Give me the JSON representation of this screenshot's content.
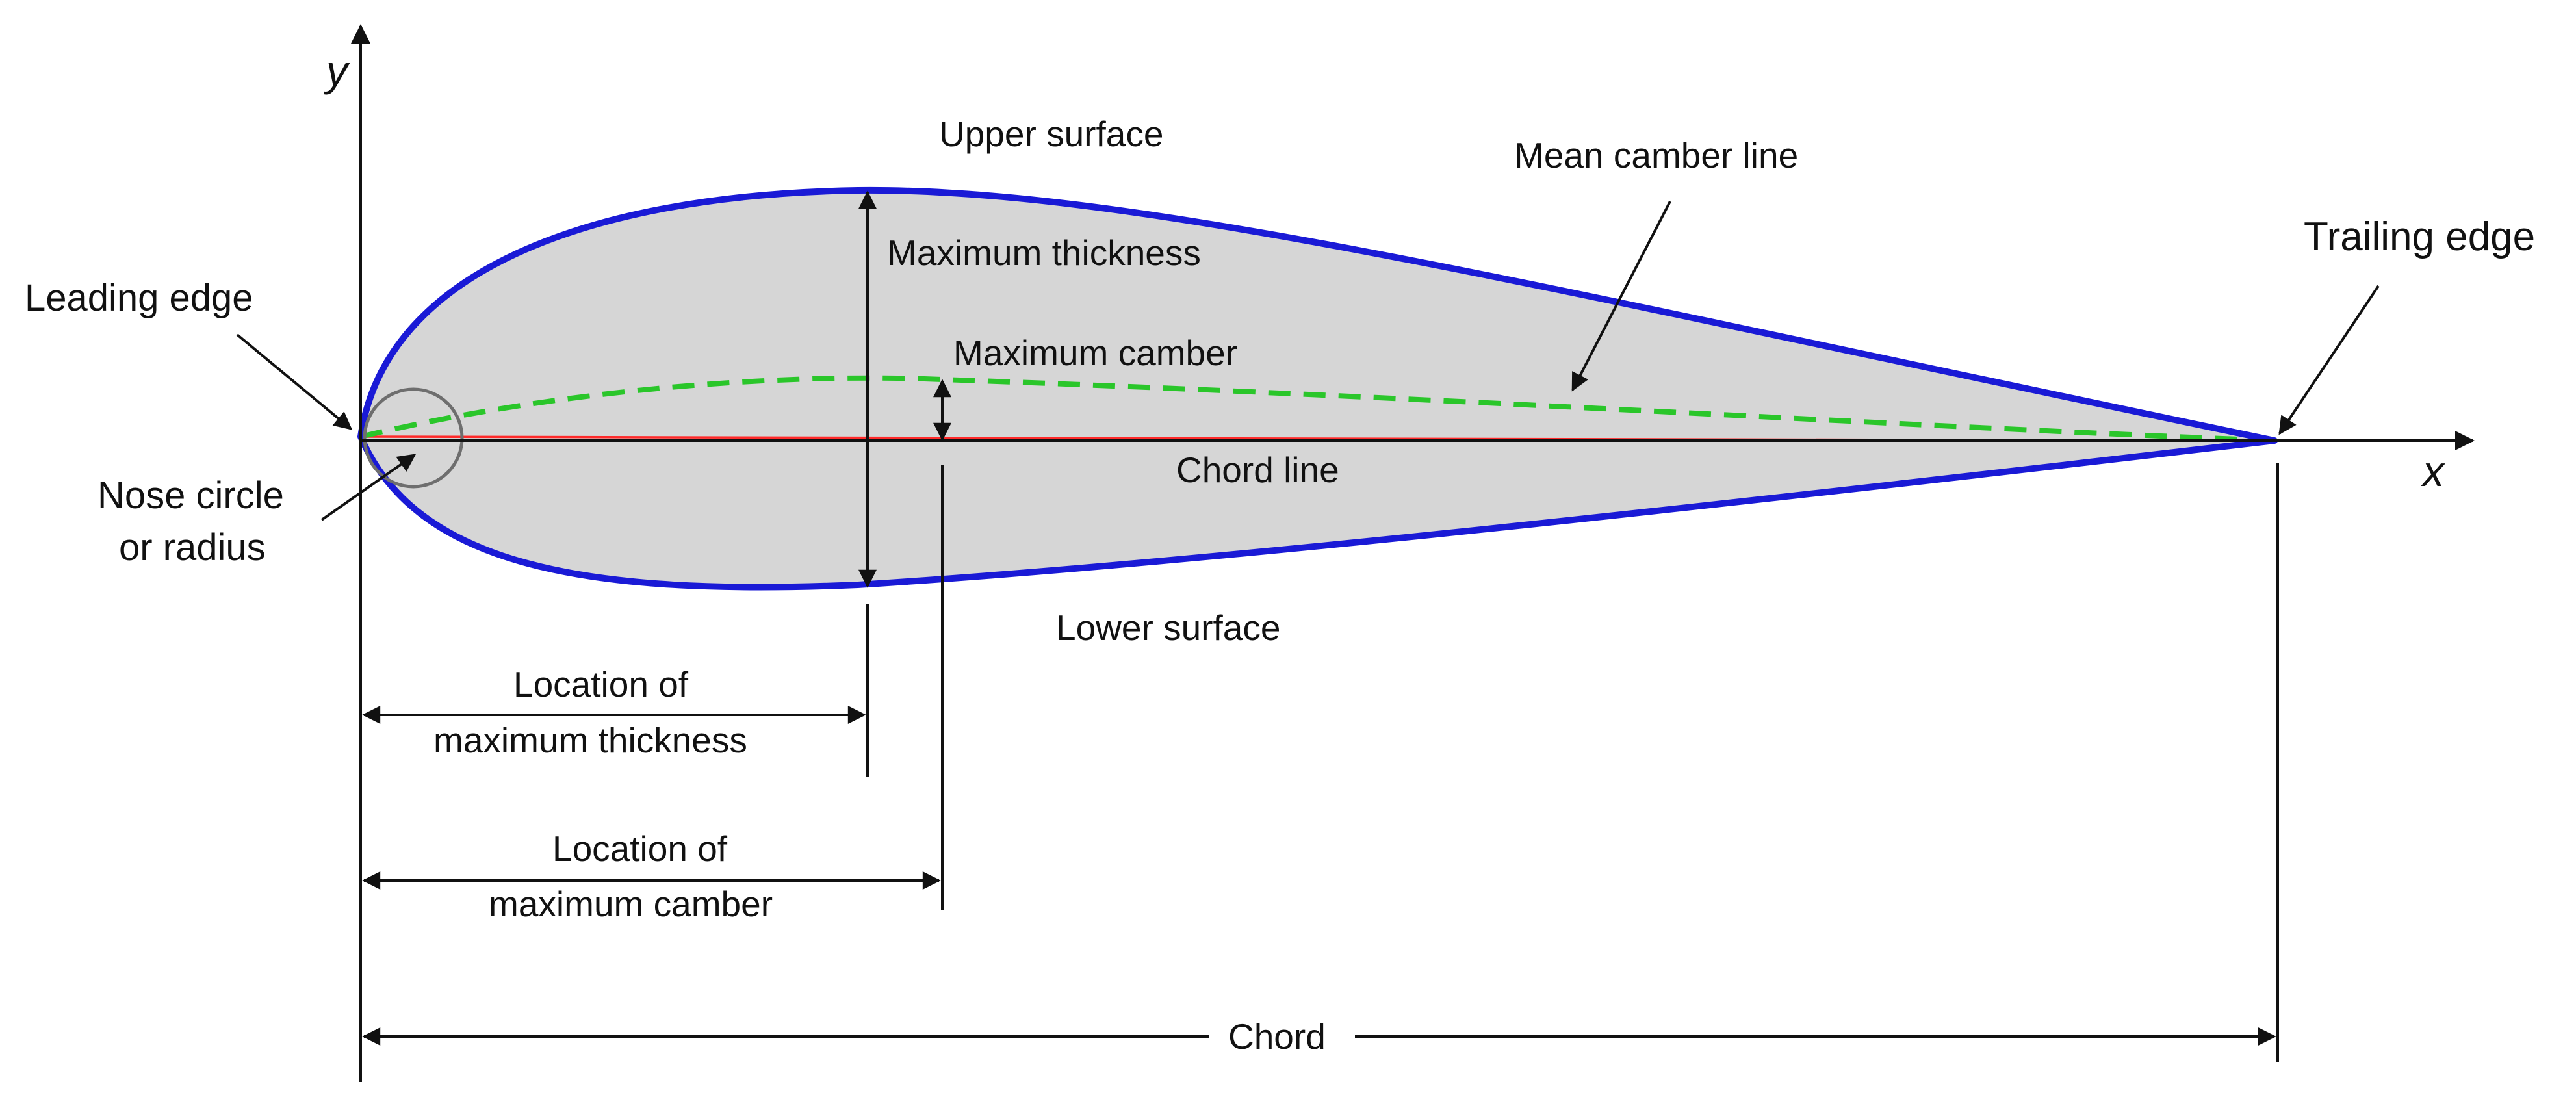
{
  "axes": {
    "x_label": "x",
    "y_label": "y"
  },
  "labels": {
    "upper_surface": "Upper surface",
    "lower_surface": "Lower surface",
    "mean_camber_line": "Mean camber line",
    "trailing_edge": "Trailing edge",
    "leading_edge": "Leading edge",
    "maximum_thickness": "Maximum thickness",
    "maximum_camber": "Maximum camber",
    "chord_line": "Chord line",
    "nose_circle_line1": "Nose circle",
    "nose_circle_line2": "or radius",
    "loc_thickness_line1": "Location of",
    "loc_thickness_line2": "maximum thickness",
    "loc_camber_line1": "Location of",
    "loc_camber_line2": "maximum camber",
    "chord": "Chord"
  },
  "colors": {
    "airfoil_outline": "#1a1ad6",
    "airfoil_fill": "#d6d6d6",
    "chord_line": "#ff2a2a",
    "mean_camber_line": "#2ac62a",
    "annotations": "#111111",
    "background": "#ffffff"
  }
}
